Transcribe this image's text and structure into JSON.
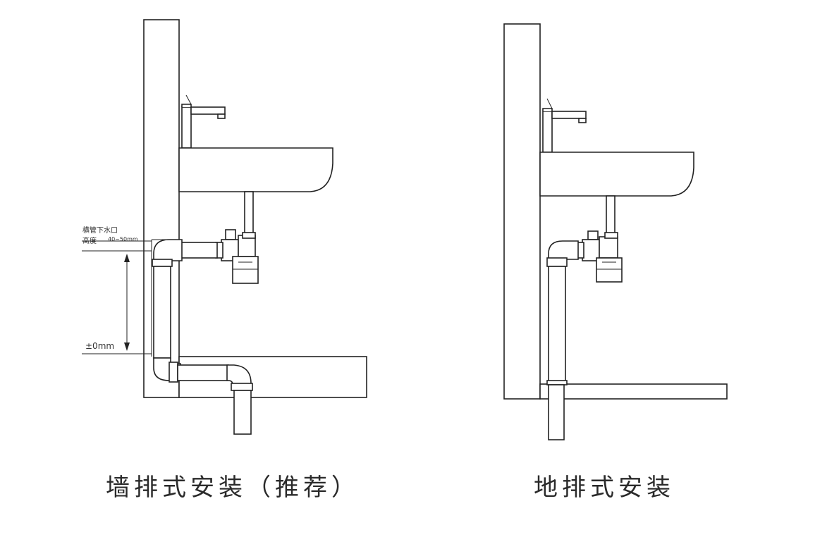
{
  "captions": {
    "wall_drain": "墙排式安装（推荐）",
    "floor_drain": "地排式安装"
  },
  "annotations": {
    "outlet_label": "横管下水口",
    "height_label": "高度",
    "height_range": "40~50mm",
    "zero_mark": "±0mm"
  }
}
